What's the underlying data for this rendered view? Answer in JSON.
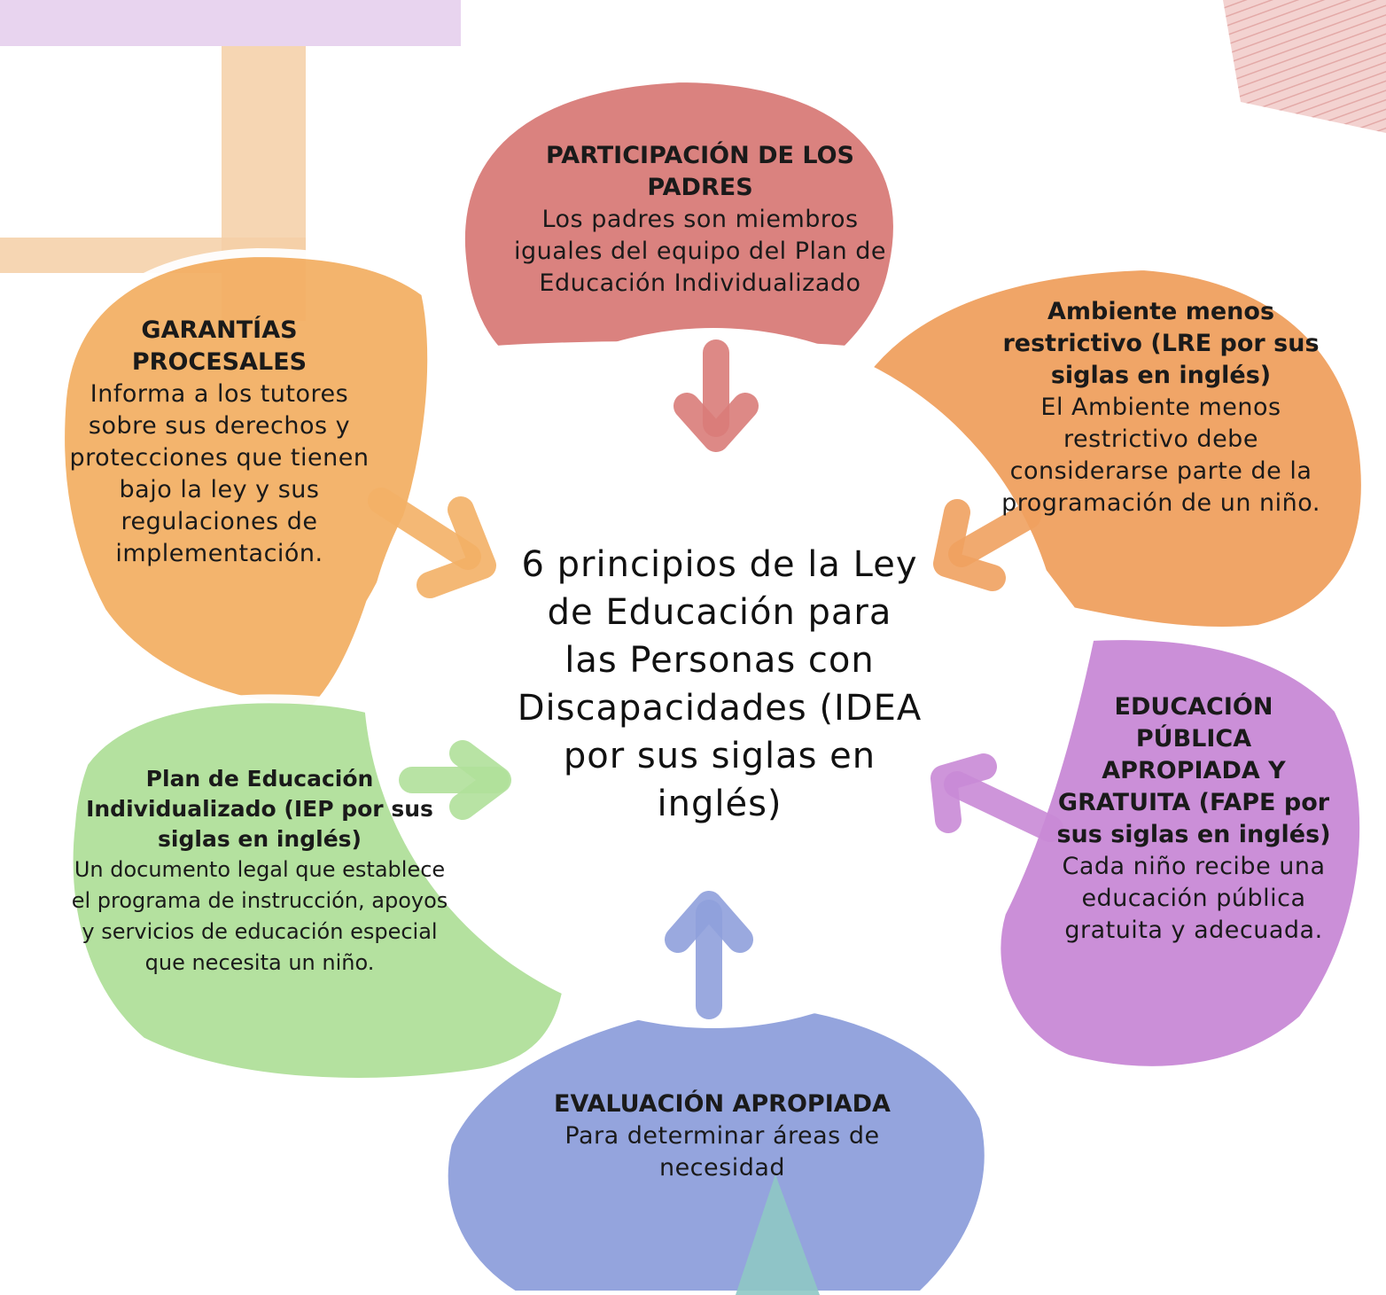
{
  "center": {
    "text": "6 principios de la Ley de Educación para las Personas con Discapacidades (IDEA por sus siglas en inglés)"
  },
  "colors": {
    "parents": "#d97c79",
    "lre": "#f0a15f",
    "garantias": "#f3b066",
    "fape": "#c98ad6",
    "iep": "#b0e09a",
    "evaluacion": "#8fa0dc"
  },
  "principles": {
    "parents": {
      "title": "PARTICIPACIÓN  DE LOS PADRES",
      "desc": "Los padres son miembros iguales del equipo del Plan de Educación Individualizado"
    },
    "lre": {
      "title": "Ambiente menos restrictivo (LRE por sus siglas en inglés)",
      "desc": "El Ambiente menos restrictivo debe considerarse parte de la programación de un niño."
    },
    "garantias": {
      "title": "GARANTÍAS PROCESALES",
      "desc": "Informa a los tutores sobre sus derechos y protecciones que tienen bajo la ley y sus regulaciones de implementación."
    },
    "fape": {
      "title": "EDUCACIÓN PÚBLICA APROPIADA Y GRATUITA (FAPE por sus siglas en inglés)",
      "desc": "Cada niño recibe una educación pública gratuita y adecuada."
    },
    "iep": {
      "title": "Plan de Educación Individualizado (IEP por sus siglas en inglés)",
      "desc": "Un documento legal que establece el programa de instrucción, apoyos y servicios de educación especial que necesita un niño."
    },
    "evaluacion": {
      "title": "EVALUACIÓN APROPIADA",
      "desc": "Para determinar áreas de necesidad"
    }
  }
}
